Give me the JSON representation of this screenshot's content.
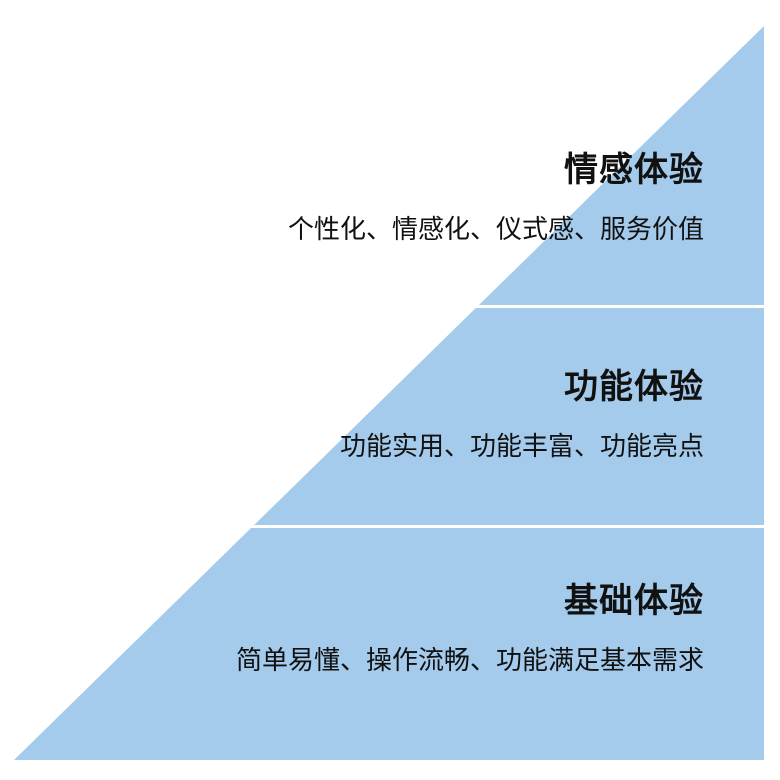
{
  "colors": {
    "fill": "#a4cbeb",
    "divider": "#ffffff",
    "text": "#111111",
    "background": "#ffffff"
  },
  "layers": [
    {
      "title": "情感体验",
      "desc": "个性化、情感化、仪式感、服务价值"
    },
    {
      "title": "功能体验",
      "desc": "功能实用、功能丰富、功能亮点"
    },
    {
      "title": "基础体验",
      "desc": "简单易懂、操作流畅、功能满足基本需求"
    }
  ]
}
